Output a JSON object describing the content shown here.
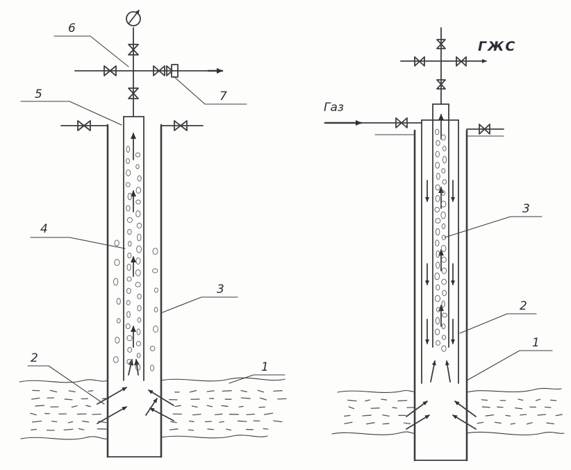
{
  "left_diagram": {
    "labels": {
      "one": "1",
      "two": "2",
      "three": "3",
      "four": "4",
      "five": "5",
      "six": "6",
      "seven": "7"
    }
  },
  "right_diagram": {
    "labels": {
      "one": "1",
      "two": "2",
      "three": "3",
      "gas_in": "Газ",
      "gas_liquid_out": "ГЖС"
    }
  }
}
